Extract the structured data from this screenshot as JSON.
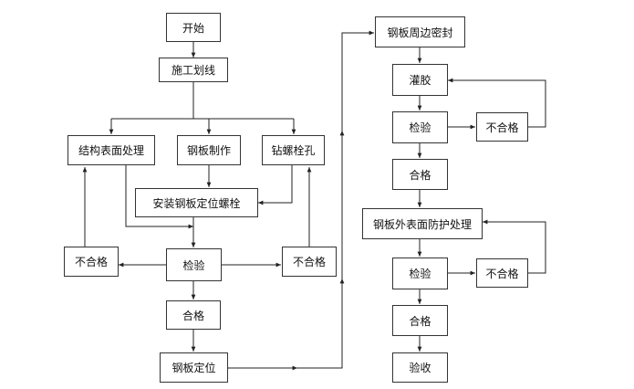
{
  "flowchart": {
    "nodes": {
      "start": "开始",
      "layout": "施工划线",
      "surface": "结构表面处理",
      "plate_make": "钢板制作",
      "drill": "钻螺栓孔",
      "install": "安装钢板定位螺栓",
      "fail_left": "不合格",
      "inspect_1": "检验",
      "fail_right": "不合格",
      "pass_1": "合格",
      "position": "钢板定位",
      "seal": "钢板周边密封",
      "grout": "灌胶",
      "inspect_2": "检验",
      "fail_2": "不合格",
      "pass_2": "合格",
      "protect": "钢板外表面防护处理",
      "inspect_3": "检验",
      "fail_3": "不合格",
      "pass_3": "合格",
      "accept": "验收"
    }
  }
}
